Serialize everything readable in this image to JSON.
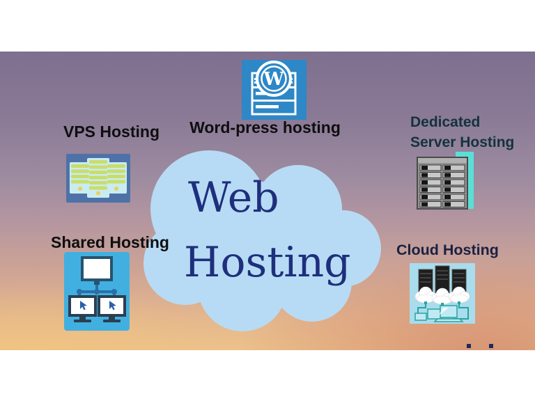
{
  "scene": {
    "description": "Web Hosting types infographic on sunset gradient with white letterbox bands",
    "colors": {
      "gradient_top": "#7e6f8f",
      "gradient_bottom_left": "#ecc28a",
      "gradient_bottom_right": "#cf9183",
      "letterbox": "#ffffff"
    }
  },
  "center": {
    "line1": "Web",
    "line2": "Hosting",
    "text_color": "#1e2f7d",
    "cloud_color": "#b7dbf4"
  },
  "wordpress": {
    "label": "Word-press hosting",
    "logo_letter": "W",
    "icon_bg": "#2e87c6",
    "label_color": "#0e0e10"
  },
  "vps": {
    "label": "VPS Hosting",
    "icon_bg": "#4e72a8",
    "label_color": "#0e0e10"
  },
  "dedicated": {
    "label_line1": "Dedicated",
    "label_line2": "Server Hosting",
    "shadow_color": "#5adfd7",
    "label_color": "#14333c"
  },
  "shared": {
    "label": "Shared Hosting",
    "icon_bg": "#41b0e0",
    "label_color": "#0e0e10"
  },
  "cloud_hosting": {
    "label": "Cloud Hosting",
    "icon_bg": "#a9dcec",
    "label_color": "#1a2142"
  }
}
